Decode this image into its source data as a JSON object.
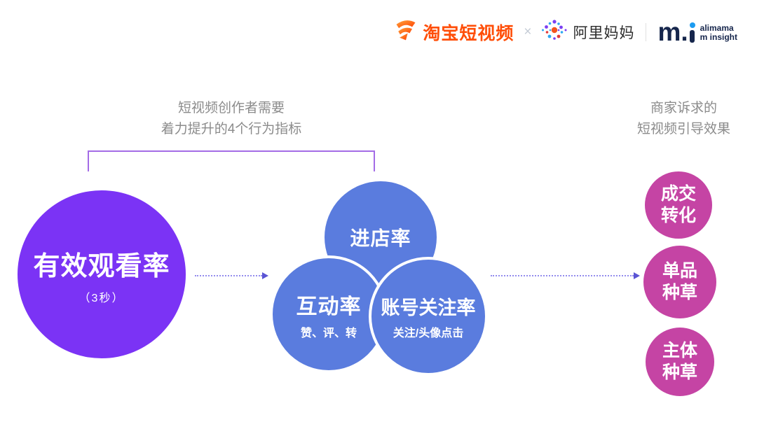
{
  "header": {
    "logos": {
      "taobao_video": {
        "label": "淘宝短视频",
        "icon": "taobao-video-icon"
      },
      "separator": "×",
      "alimama": {
        "label": "阿里妈妈",
        "icon": "alimama-burst-icon"
      },
      "divider": "|",
      "m_insight": {
        "m": "m",
        "dot": ".",
        "sub_line1": "alimama",
        "sub_line2": "m insight"
      }
    }
  },
  "annotations": {
    "left": {
      "line1": "短视频创作者需要",
      "line2": "着力提升的4个行为指标"
    },
    "right": {
      "line1": "商家诉求的",
      "line2": "短视频引导效果"
    }
  },
  "diagram": {
    "source": {
      "title": "有效观看率",
      "subtitle": "（3秒）"
    },
    "behaviors": [
      {
        "title": "进店率",
        "subtitle": ""
      },
      {
        "title": "互动率",
        "subtitle": "赞、评、转"
      },
      {
        "title": "账号关注率",
        "subtitle": "关注/头像点击"
      }
    ],
    "outcomes": [
      {
        "line1": "成交",
        "line2": "转化"
      },
      {
        "line1": "单品",
        "line2": "种草"
      },
      {
        "line1": "主体",
        "line2": "种草"
      }
    ],
    "colors": {
      "source_circle": "#7b33f5",
      "behavior_circle": "#5a7cde",
      "outcome_circle": "#c544a4",
      "arrow_line": "#938ced",
      "arrow_head": "#5a54d4",
      "bracket": "#a46ce6",
      "taobao_brand": "#ff4e08",
      "annotation_text": "#8b8b8b"
    }
  }
}
